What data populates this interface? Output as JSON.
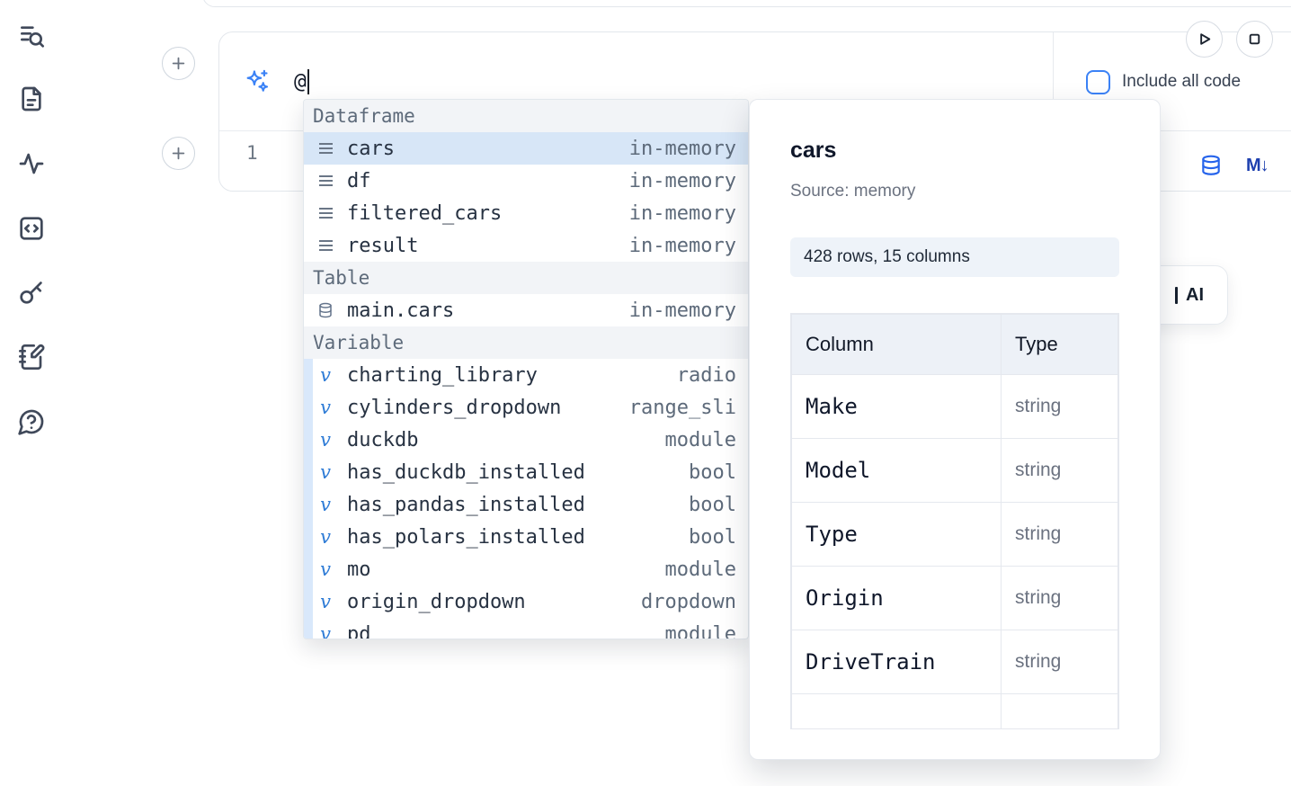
{
  "colors": {
    "accent_blue": "#3b82f6",
    "markdown_icon_navy": "#1e40af",
    "selected_row_bg": "#d7e6f7",
    "database_icon_blue": "#2563eb"
  },
  "sidebar": {
    "icons": [
      "file-search-icon",
      "document-icon",
      "activity-icon",
      "code-snippet-icon",
      "key-icon",
      "notebook-pen-icon",
      "help-chat-icon"
    ]
  },
  "run_controls": {
    "icons": [
      "play-icon",
      "stop-icon"
    ]
  },
  "ai_prompt": {
    "value": "@",
    "sparkle_icon": "ai-sparkles-icon",
    "include_all_code_label": "Include all code",
    "include_all_code_checked": false
  },
  "code_cell": {
    "line_number": "1",
    "action_icons": [
      "add-database-icon",
      "markdown-icon"
    ]
  },
  "icons": {
    "markdown_glyph": "M↓"
  },
  "completion_menu": {
    "sections": [
      {
        "label": "Dataframe",
        "items": [
          {
            "icon": "dataframe-icon",
            "name": "cars",
            "type": "in-memory",
            "selected": true
          },
          {
            "icon": "dataframe-icon",
            "name": "df",
            "type": "in-memory",
            "selected": false
          },
          {
            "icon": "dataframe-icon",
            "name": "filtered_cars",
            "type": "in-memory",
            "selected": false
          },
          {
            "icon": "dataframe-icon",
            "name": "result",
            "type": "in-memory",
            "selected": false
          }
        ]
      },
      {
        "label": "Table",
        "items": [
          {
            "icon": "table-database-icon",
            "name": "main.cars",
            "type": "in-memory",
            "selected": false
          }
        ]
      },
      {
        "label": "Variable",
        "items": [
          {
            "icon": "variable-icon",
            "name": "charting_library",
            "type": "radio",
            "selected": false
          },
          {
            "icon": "variable-icon",
            "name": "cylinders_dropdown",
            "type": "range_sli",
            "selected": false
          },
          {
            "icon": "variable-icon",
            "name": "duckdb",
            "type": "module",
            "selected": false
          },
          {
            "icon": "variable-icon",
            "name": "has_duckdb_installed",
            "type": "bool",
            "selected": false
          },
          {
            "icon": "variable-icon",
            "name": "has_pandas_installed",
            "type": "bool",
            "selected": false
          },
          {
            "icon": "variable-icon",
            "name": "has_polars_installed",
            "type": "bool",
            "selected": false
          },
          {
            "icon": "variable-icon",
            "name": "mo",
            "type": "module",
            "selected": false
          },
          {
            "icon": "variable-icon",
            "name": "origin_dropdown",
            "type": "dropdown",
            "selected": false
          },
          {
            "icon": "variable-icon",
            "name": "pd",
            "type": "module",
            "selected": false
          }
        ]
      }
    ]
  },
  "preview_panel": {
    "title": "cars",
    "source": "Source: memory",
    "shape_badge": "428 rows, 15 columns",
    "table": {
      "headers": [
        "Column",
        "Type"
      ],
      "rows": [
        {
          "column": "Make",
          "type": "string"
        },
        {
          "column": "Model",
          "type": "string"
        },
        {
          "column": "Type",
          "type": "string"
        },
        {
          "column": "Origin",
          "type": "string"
        },
        {
          "column": "DriveTrain",
          "type": "string"
        }
      ]
    }
  },
  "partial_button": {
    "label": "AI"
  }
}
